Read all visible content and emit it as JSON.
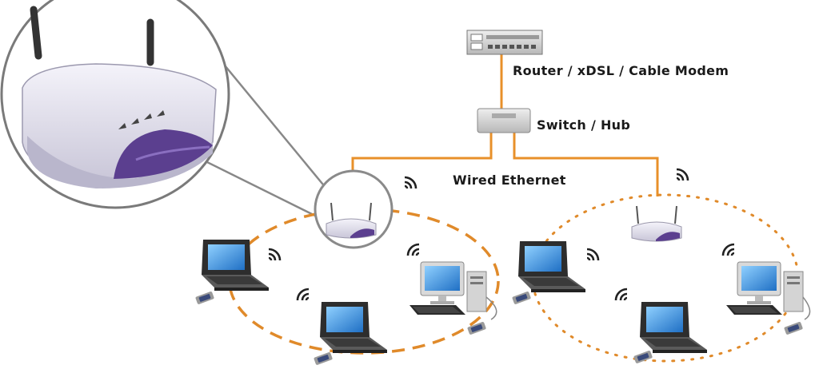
{
  "labels": {
    "router": "Router / xDSL / Cable Modem",
    "switch": "Switch / Hub",
    "wired": "Wired Ethernet"
  },
  "colors": {
    "cable": "#e8902a",
    "ring": "#e08a2a",
    "device_gray": "#c9c9c9",
    "router_body": "#e4e2ee",
    "router_accent": "#5b3f8f",
    "screen": "#3a8fd8"
  }
}
